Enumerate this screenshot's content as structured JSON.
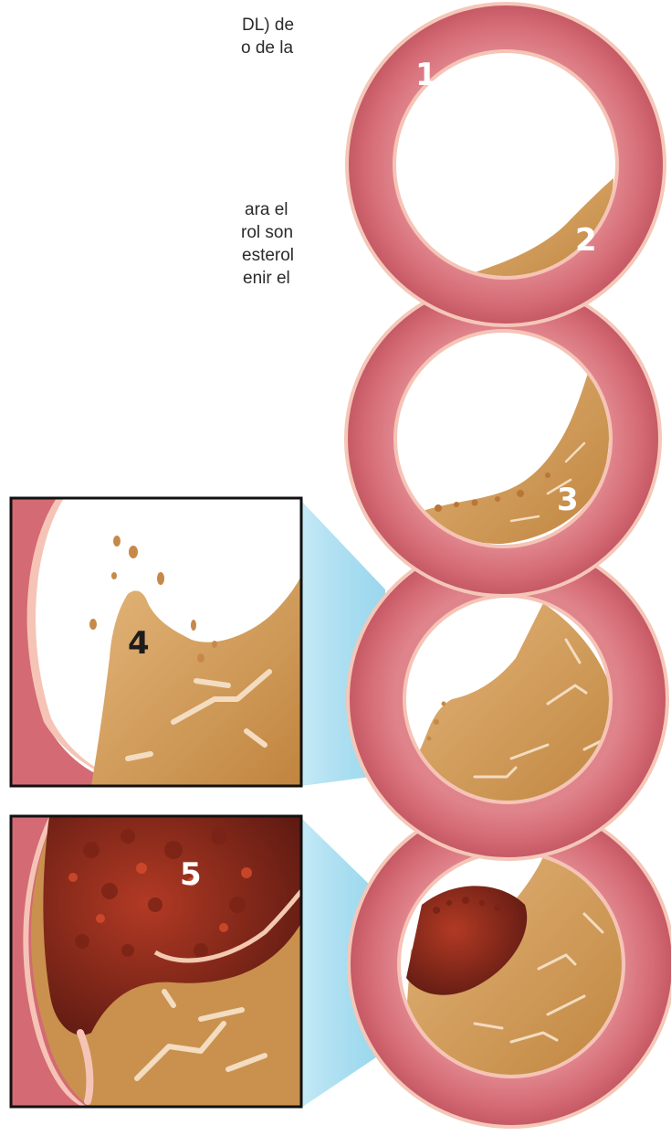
{
  "text_fragments": {
    "line1": "DL) de",
    "line2": "o de la",
    "line3": "ara el",
    "line4": "rol son",
    "line5": "esterol",
    "line6": "enir el"
  },
  "callouts": [
    "1",
    "2",
    "3",
    "4",
    "5"
  ],
  "colors": {
    "artery_wall": "#d9707a",
    "intima_edge": "#f6c3b4",
    "plaque": "#c98f4a",
    "plaque_light": "#dfb27a",
    "clot": "#8a2a1e",
    "callout_light": "#ffffff",
    "callout_dark": "#1c1c1c",
    "glow": "#a8dcef"
  }
}
